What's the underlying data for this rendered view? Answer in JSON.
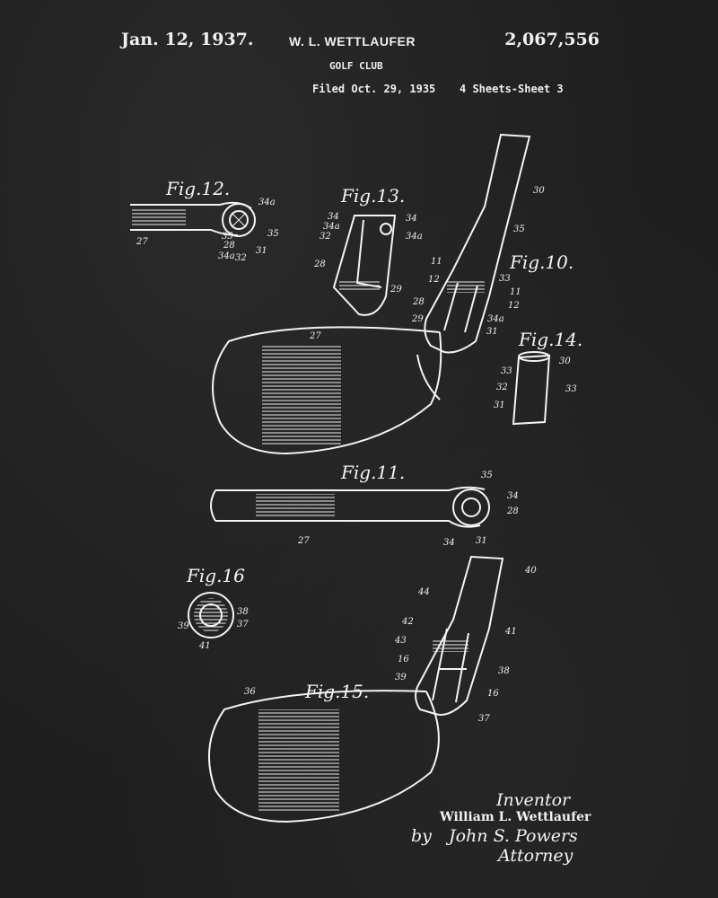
{
  "header": {
    "date": "Jan. 12, 1937.",
    "inventor": "W. L. WETTLAUFER",
    "title": "GOLF CLUB",
    "filed": "Filed Oct. 29, 1935",
    "sheets": "4 Sheets-Sheet 3",
    "patent_number": "2,067,556"
  },
  "figures": {
    "fig10": "Fig.10.",
    "fig11": "Fig.11.",
    "fig12": "Fig.12.",
    "fig13": "Fig.13.",
    "fig14": "Fig.14.",
    "fig15": "Fig.15.",
    "fig16": "Fig.16"
  },
  "refs": {
    "f12": [
      "34a",
      "33",
      "35",
      "28",
      "31",
      "34a",
      "32",
      "27"
    ],
    "f13": [
      "34",
      "34a",
      "32",
      "34",
      "34a",
      "28",
      "29"
    ],
    "f10": [
      "30",
      "35",
      "11",
      "12",
      "33",
      "11",
      "12",
      "28",
      "29",
      "34a",
      "31",
      "27"
    ],
    "f14": [
      "30",
      "33",
      "32",
      "33",
      "31"
    ],
    "f11": [
      "35",
      "34",
      "28",
      "27",
      "34",
      "31"
    ],
    "f16": [
      "38",
      "37",
      "39",
      "41"
    ],
    "f15": [
      "40",
      "44",
      "42",
      "41",
      "43",
      "16",
      "39",
      "38",
      "16",
      "37",
      "36"
    ]
  },
  "signature": {
    "label": "Inventor",
    "inventor": "William L. Wettlaufer",
    "by": "by",
    "attorney_name": "John S. Powers",
    "attorney_label": "Attorney"
  }
}
